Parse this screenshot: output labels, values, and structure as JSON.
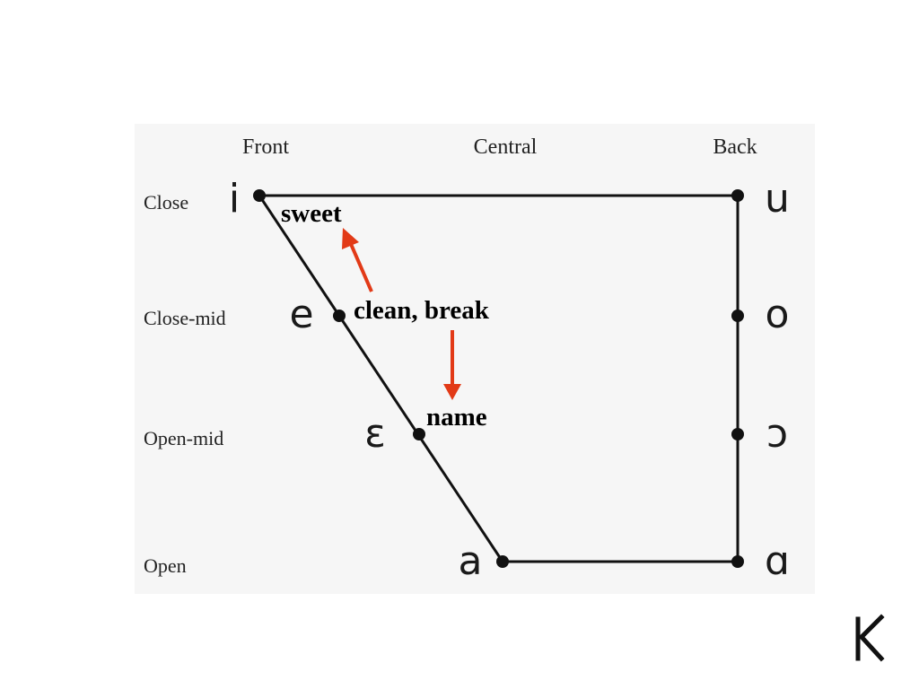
{
  "vowel_chart": {
    "columns": {
      "front": "Front",
      "central": "Central",
      "back": "Back"
    },
    "rows": {
      "close": "Close",
      "close_mid": "Close-mid",
      "open_mid": "Open-mid",
      "open": "Open"
    },
    "vowels": {
      "i": "i",
      "u": "u",
      "e": "e",
      "o": "o",
      "epsilon": "ɛ",
      "open_o": "ɔ",
      "a": "a",
      "alpha": "ɑ"
    },
    "annotations": {
      "sweet": "sweet",
      "clean_break": "clean, break",
      "name": "name"
    },
    "colors": {
      "arrow": "#e23a17",
      "lines": "#111111"
    }
  },
  "logo": {
    "icon": "k-brand-logo"
  }
}
